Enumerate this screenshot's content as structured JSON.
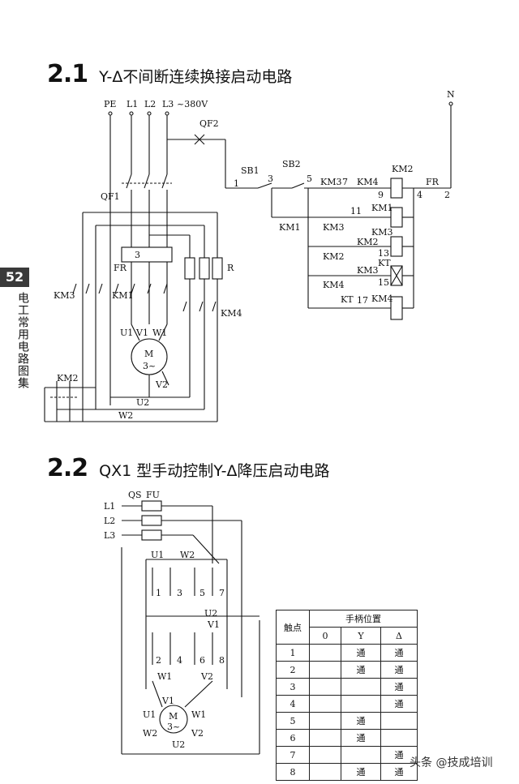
{
  "side": {
    "page_number": "52",
    "book_title": "电工常用电路图集"
  },
  "sections": [
    {
      "number": "2.1",
      "title": "Y-Δ不间断连续换接启动电路"
    },
    {
      "number": "2.2",
      "title": "QX1 型手动控制Y-Δ降压启动电路"
    }
  ],
  "circuit1": {
    "labels": {
      "pe": "PE",
      "l1": "L1",
      "l2": "L2",
      "l3": "L3",
      "voltage": "~380V",
      "n": "N",
      "qf2": "QF2",
      "qf1": "QF1",
      "sb1": "SB1",
      "sb2": "SB2",
      "km1": "KM1",
      "km2": "KM2",
      "km3": "KM3",
      "km4": "KM4",
      "fr": "FR",
      "kt": "KT",
      "r": "R",
      "motor": "M",
      "motor_phase": "3~",
      "u1": "U1",
      "v1": "V1",
      "w1": "W1",
      "u2": "U2",
      "v2": "V2",
      "w2": "W2",
      "relay_num": "3",
      "nodes": [
        "1",
        "2",
        "3",
        "4",
        "5",
        "7",
        "9",
        "11",
        "13",
        "15",
        "17"
      ]
    }
  },
  "circuit2": {
    "labels": {
      "qs": "QS",
      "fu": "FU",
      "l1": "L1",
      "l2": "L2",
      "l3": "L3",
      "u1": "U1",
      "v1": "V1",
      "w1": "W1",
      "u2": "U2",
      "v2": "V2",
      "w2": "W2",
      "motor": "M",
      "motor_phase": "3~",
      "contacts": [
        "1",
        "2",
        "3",
        "4",
        "5",
        "6",
        "7",
        "8"
      ]
    }
  },
  "table": {
    "header_contact": "触点",
    "header_position": "手柄位置",
    "positions": [
      "0",
      "Y",
      "Δ"
    ],
    "rows": [
      {
        "contact": "1",
        "p0": "",
        "py": "通",
        "pd": "通"
      },
      {
        "contact": "2",
        "p0": "",
        "py": "通",
        "pd": "通"
      },
      {
        "contact": "3",
        "p0": "",
        "py": "",
        "pd": "通"
      },
      {
        "contact": "4",
        "p0": "",
        "py": "",
        "pd": "通"
      },
      {
        "contact": "5",
        "p0": "",
        "py": "通",
        "pd": ""
      },
      {
        "contact": "6",
        "p0": "",
        "py": "通",
        "pd": ""
      },
      {
        "contact": "7",
        "p0": "",
        "py": "",
        "pd": "通"
      },
      {
        "contact": "8",
        "p0": "",
        "py": "通",
        "pd": "通"
      }
    ]
  },
  "watermark": "头条 @技成培训"
}
